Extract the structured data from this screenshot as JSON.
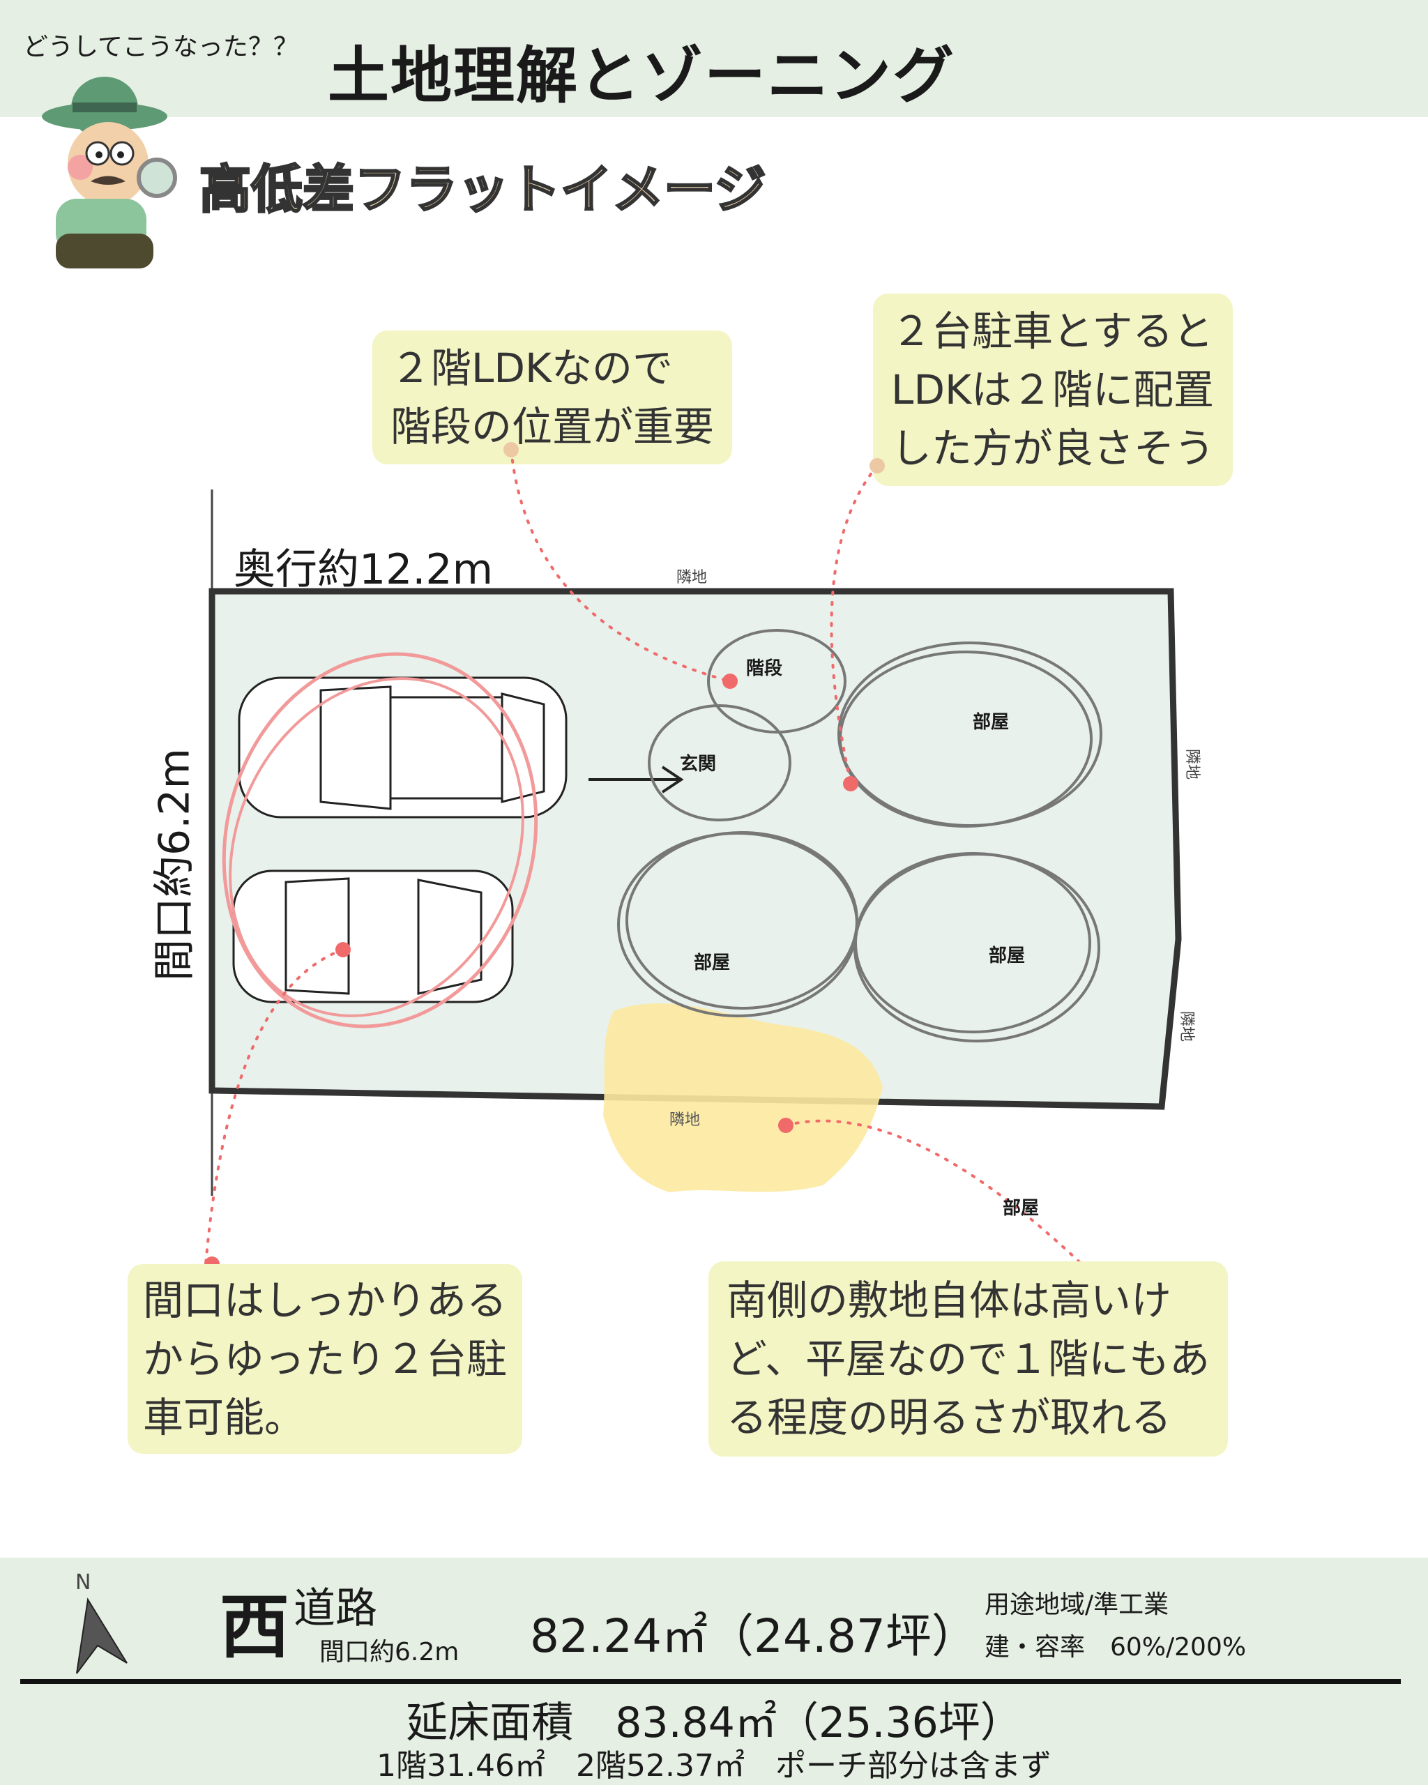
{
  "header": {
    "kicker": "どうしてこうなった？？",
    "title": "土地理解とゾーニング",
    "subtitle": "高低差フラットイメージ"
  },
  "callouts": [
    {
      "lines": [
        "２階LDKなので",
        "階段の位置が重要"
      ]
    },
    {
      "lines": [
        "２台駐車とすると",
        "LDKは２階に配置",
        "した方が良さそう"
      ]
    },
    {
      "lines": [
        "間口はしっかりある",
        "からゆったり２台駐",
        "車可能。"
      ]
    },
    {
      "lines": [
        "南側の敷地自体は高いけ",
        "ど、平屋なので１階にもあ",
        "る程度の明るさが取れる"
      ]
    }
  ],
  "plan": {
    "depth_label": "奥行約12.2m",
    "frontage_label": "間口約6.2m",
    "neighbor_label": "隣地",
    "rooms": {
      "stairs": "階段",
      "entrance": "玄関",
      "room": "部屋"
    }
  },
  "footer": {
    "compass_n": "N",
    "direction": "西",
    "road": "道路",
    "frontage": "間口約6.2m",
    "land_area": "82.24㎡（24.87坪）",
    "zoning": "用途地域/準工業",
    "coverage": "建・容率　60%/200%",
    "floor_area": "延床面積　83.84㎡（25.36坪）",
    "floor_breakdown": "1階31.46㎡　2階52.37㎡　ポーチ部分は含まず"
  },
  "colors": {
    "band": "#e5efe3",
    "callout": "#f3f5c4",
    "accent_red": "#f06a6a",
    "yellow": "#fde9a0",
    "plot": "#e8f1ec"
  }
}
